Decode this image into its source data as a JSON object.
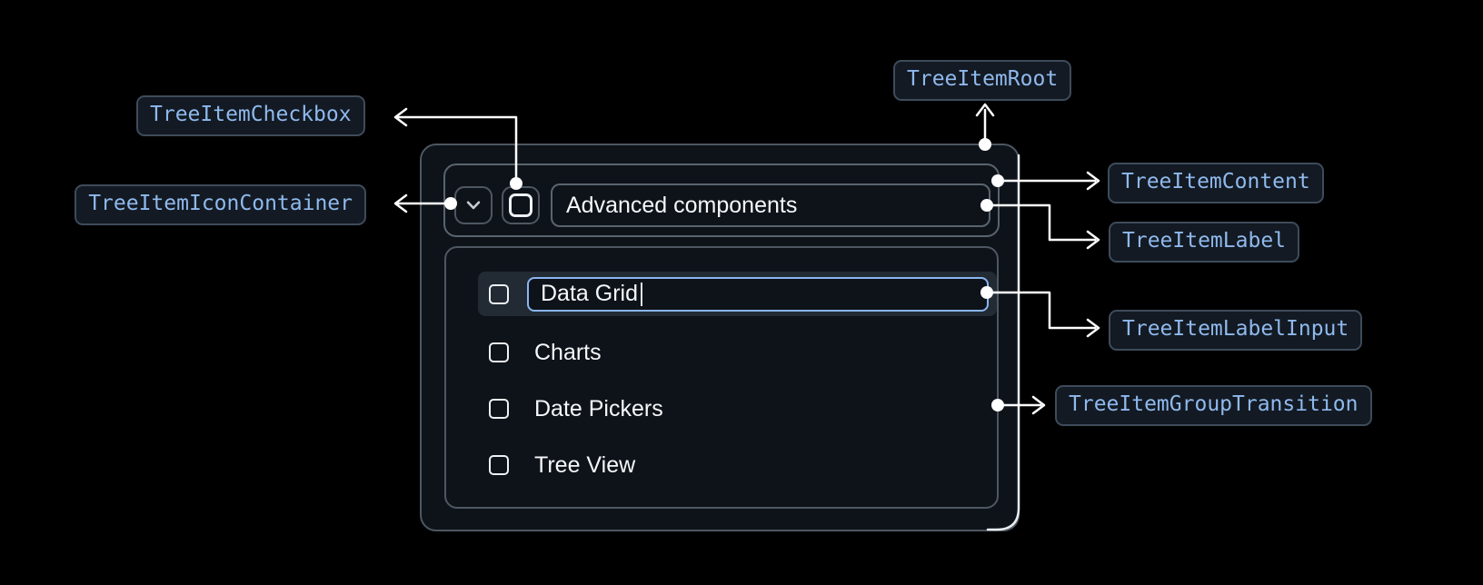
{
  "diagram": {
    "annotations": {
      "root": {
        "label": "TreeItemRoot"
      },
      "content": {
        "label": "TreeItemContent"
      },
      "label": {
        "label": "TreeItemLabel"
      },
      "label_input": {
        "label": "TreeItemLabelInput"
      },
      "group_transition": {
        "label": "TreeItemGroupTransition"
      },
      "checkbox": {
        "label": "TreeItemCheckbox"
      },
      "icon_container": {
        "label": "TreeItemIconContainer"
      }
    },
    "colors": {
      "canvas_bg": "#000000",
      "root_bg": "#0e131a",
      "component_border": "#4e5761",
      "component_border_light": "#5a646e",
      "row_highlight_bg": "#222a34",
      "input_focus_border": "#8ab6f2",
      "badge_bg": "#131a23",
      "badge_border": "#3e4b5b",
      "badge_text": "#8fb9ed",
      "arrow": "#ffffff",
      "edge_highlight": "#e9edf2"
    }
  },
  "tree": {
    "parent": {
      "label": "Advanced components",
      "icon": "chevron-down",
      "checkbox_checked": false,
      "expanded": true
    },
    "editing_item": {
      "input_value": "Data Grid",
      "checkbox_checked": false
    },
    "items": [
      {
        "label": "Charts",
        "checkbox_checked": false
      },
      {
        "label": "Date Pickers",
        "checkbox_checked": false
      },
      {
        "label": "Tree View",
        "checkbox_checked": false
      }
    ]
  }
}
